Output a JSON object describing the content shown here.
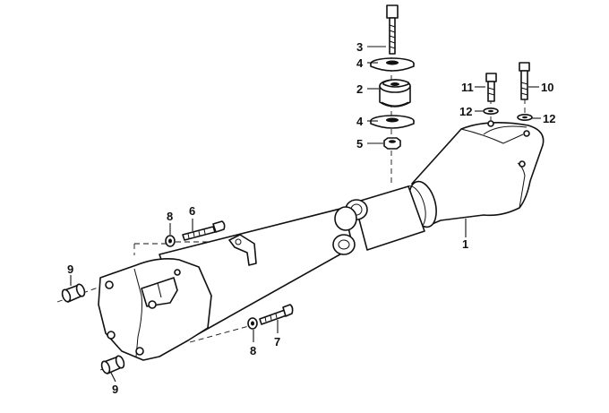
{
  "diagram": {
    "callouts": [
      {
        "id": "c1",
        "label": "1"
      },
      {
        "id": "c2",
        "label": "2"
      },
      {
        "id": "c3",
        "label": "3"
      },
      {
        "id": "c4a",
        "label": "4"
      },
      {
        "id": "c4b",
        "label": "4"
      },
      {
        "id": "c5",
        "label": "5"
      },
      {
        "id": "c6",
        "label": "6"
      },
      {
        "id": "c7",
        "label": "7"
      },
      {
        "id": "c8a",
        "label": "8"
      },
      {
        "id": "c8b",
        "label": "8"
      },
      {
        "id": "c9a",
        "label": "9"
      },
      {
        "id": "c9b",
        "label": "9"
      },
      {
        "id": "c10",
        "label": "10"
      },
      {
        "id": "c11",
        "label": "11"
      },
      {
        "id": "c12a",
        "label": "12"
      },
      {
        "id": "c12b",
        "label": "12"
      }
    ]
  }
}
